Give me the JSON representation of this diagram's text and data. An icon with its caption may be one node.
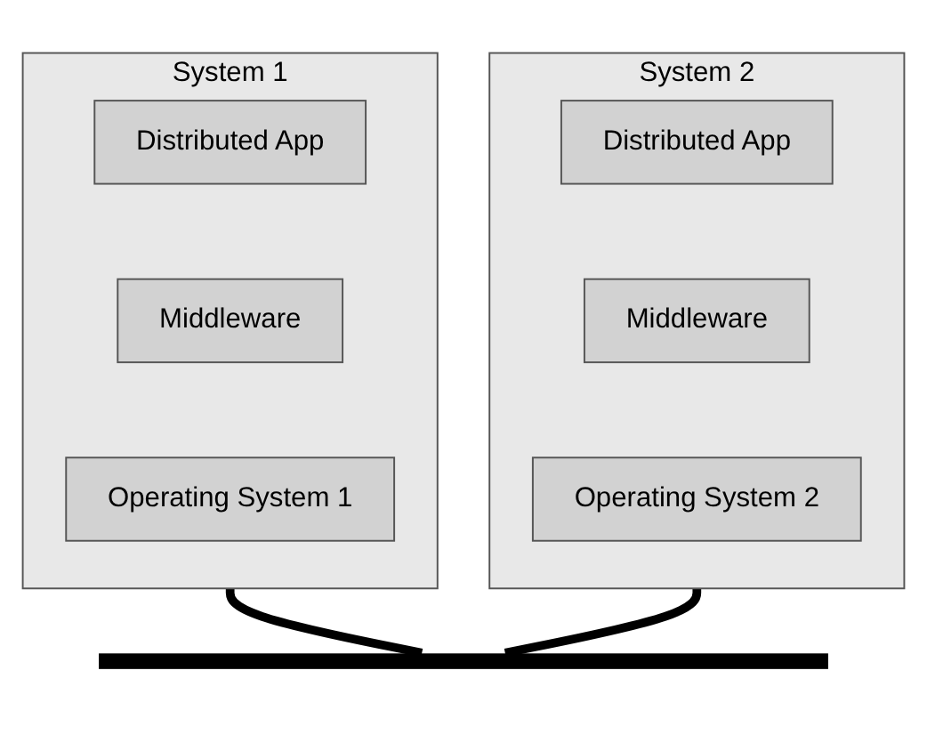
{
  "diagram": {
    "nodes": [
      {
        "text": [
          "System 1"
        ]
      },
      {
        "text": [
          "Distributed App"
        ],
        "in": 0
      },
      {
        "text": [
          "Middleware"
        ],
        "in": 0
      },
      {
        "text": [
          "Operating System 1"
        ],
        "in": 0
      },
      {
        "text": [
          "System 2"
        ]
      },
      {
        "text": [
          "Distributed App"
        ],
        "in": 4
      },
      {
        "text": [
          "Middleware"
        ],
        "in": 4
      },
      {
        "text": [
          "Operating System 2"
        ],
        "in": 4
      },
      {
        "text": [],
        "shape": "bar"
      }
    ],
    "edges": [
      {
        "from": 0,
        "to": 8,
        "arrow": "none"
      },
      {
        "from": 4,
        "to": 8,
        "arrow": "none"
      }
    ]
  }
}
